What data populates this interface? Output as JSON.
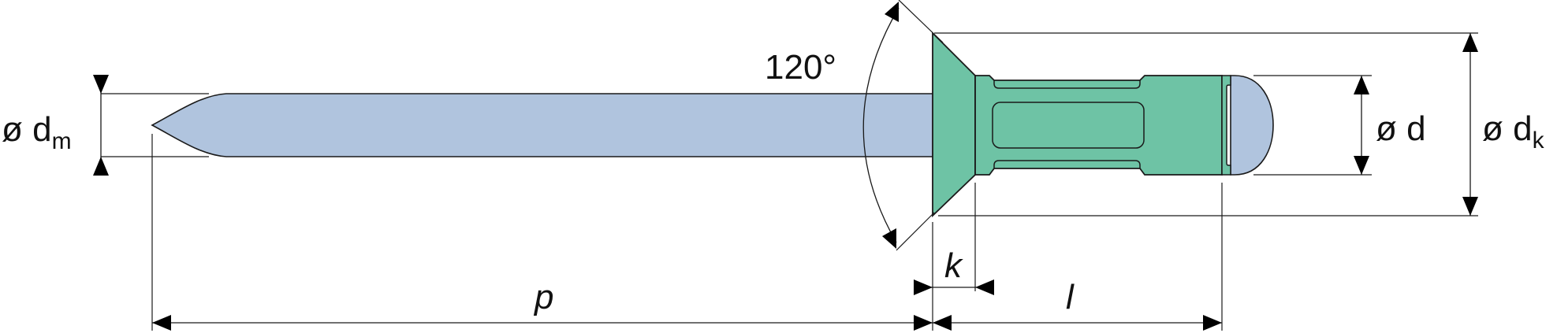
{
  "colors": {
    "mandrel": "#b0c4de",
    "body": "#6ec3a5",
    "line": "#1a1a1a",
    "arrow": "#000000"
  },
  "labels": {
    "angle": "120°",
    "mandrel_diameter": {
      "symbol": "ø d",
      "subscript": "m"
    },
    "body_diameter": {
      "symbol": "ø d"
    },
    "head_diameter": {
      "symbol": "ø d",
      "subscript": "k"
    },
    "head_height": "k",
    "body_length": "l",
    "mandrel_length": "p"
  },
  "icons": {
    "dimension_arrow": "filled-triangle-arrowhead"
  }
}
